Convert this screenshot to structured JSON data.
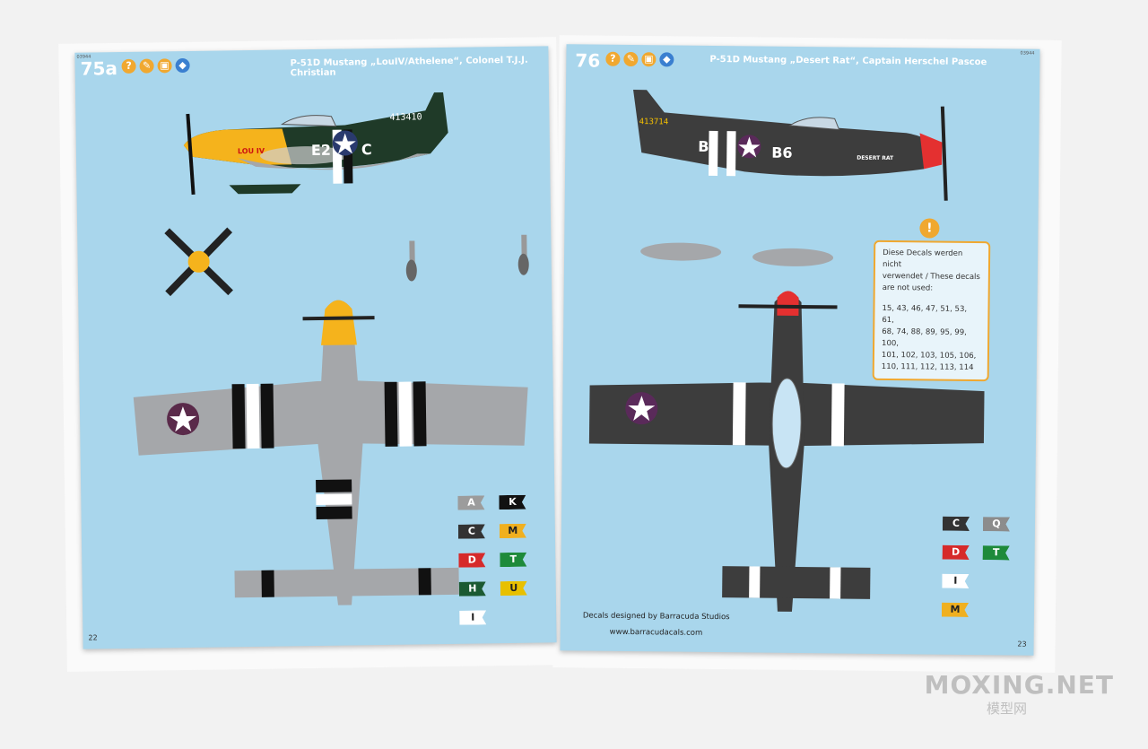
{
  "left_page": {
    "scheme_number": "75a",
    "title": "P-51D Mustang „LouIV/Athelene“, Colonel T.J.J. Christian",
    "code": "03944",
    "page_number": "22",
    "aircraft_serial": "413410",
    "fuselage_code_left": "E2",
    "fuselage_code_right": "C",
    "nose_name": "LOU IV",
    "legend": [
      {
        "letter": "A",
        "bg": "#9c9c9c",
        "fg": "#ffffff"
      },
      {
        "letter": "K",
        "bg": "#111111",
        "fg": "#ffffff"
      },
      {
        "letter": "C",
        "bg": "#333333",
        "fg": "#ffffff"
      },
      {
        "letter": "M",
        "bg": "#f0b020",
        "fg": "#222222"
      },
      {
        "letter": "D",
        "bg": "#d62a2a",
        "fg": "#ffffff"
      },
      {
        "letter": "T",
        "bg": "#1e8a3a",
        "fg": "#ffffff"
      },
      {
        "letter": "H",
        "bg": "#1b5a32",
        "fg": "#ffffff"
      },
      {
        "letter": "U",
        "bg": "#e8c000",
        "fg": "#222222"
      },
      {
        "letter": "I",
        "bg": "#ffffff",
        "fg": "#222222"
      }
    ]
  },
  "right_page": {
    "scheme_number": "76",
    "title": "P-51D Mustang „Desert Rat“, Captain Herschel Pascoe",
    "code": "03944",
    "page_number": "23",
    "aircraft_serial": "413714",
    "fuselage_code_left": "B",
    "fuselage_code_right": "B6",
    "nose_name": "DESERT RAT",
    "note_lines": [
      "Diese Decals werden nicht",
      "verwendet / These decals",
      "are not used:",
      "",
      "15, 43, 46, 47, 51, 53, 61,",
      "68, 74, 88, 89, 95, 99, 100,",
      "101, 102, 103, 105, 106,",
      "110, 111, 112, 113, 114"
    ],
    "credit": "Decals designed by Barracuda Studios",
    "website": "www.barracudacals.com",
    "legend": [
      {
        "letter": "C",
        "bg": "#333333",
        "fg": "#ffffff"
      },
      {
        "letter": "Q",
        "bg": "#8c8c8c",
        "fg": "#ffffff"
      },
      {
        "letter": "D",
        "bg": "#d62a2a",
        "fg": "#ffffff"
      },
      {
        "letter": "T",
        "bg": "#1e8a3a",
        "fg": "#ffffff"
      },
      {
        "letter": "I",
        "bg": "#ffffff",
        "fg": "#222222"
      },
      {
        "letter": "M",
        "bg": "#f0b020",
        "fg": "#222222"
      }
    ]
  },
  "watermark": {
    "main": "MOXING.NET",
    "sub": "模型网"
  },
  "colors": {
    "sheet_blue": "#a9d6ec",
    "accent_orange": "#f0a830",
    "olive_drab": "#3d3d3d",
    "neutral_grey": "#a5a7aa",
    "yellow_nose": "#f5b31c"
  }
}
